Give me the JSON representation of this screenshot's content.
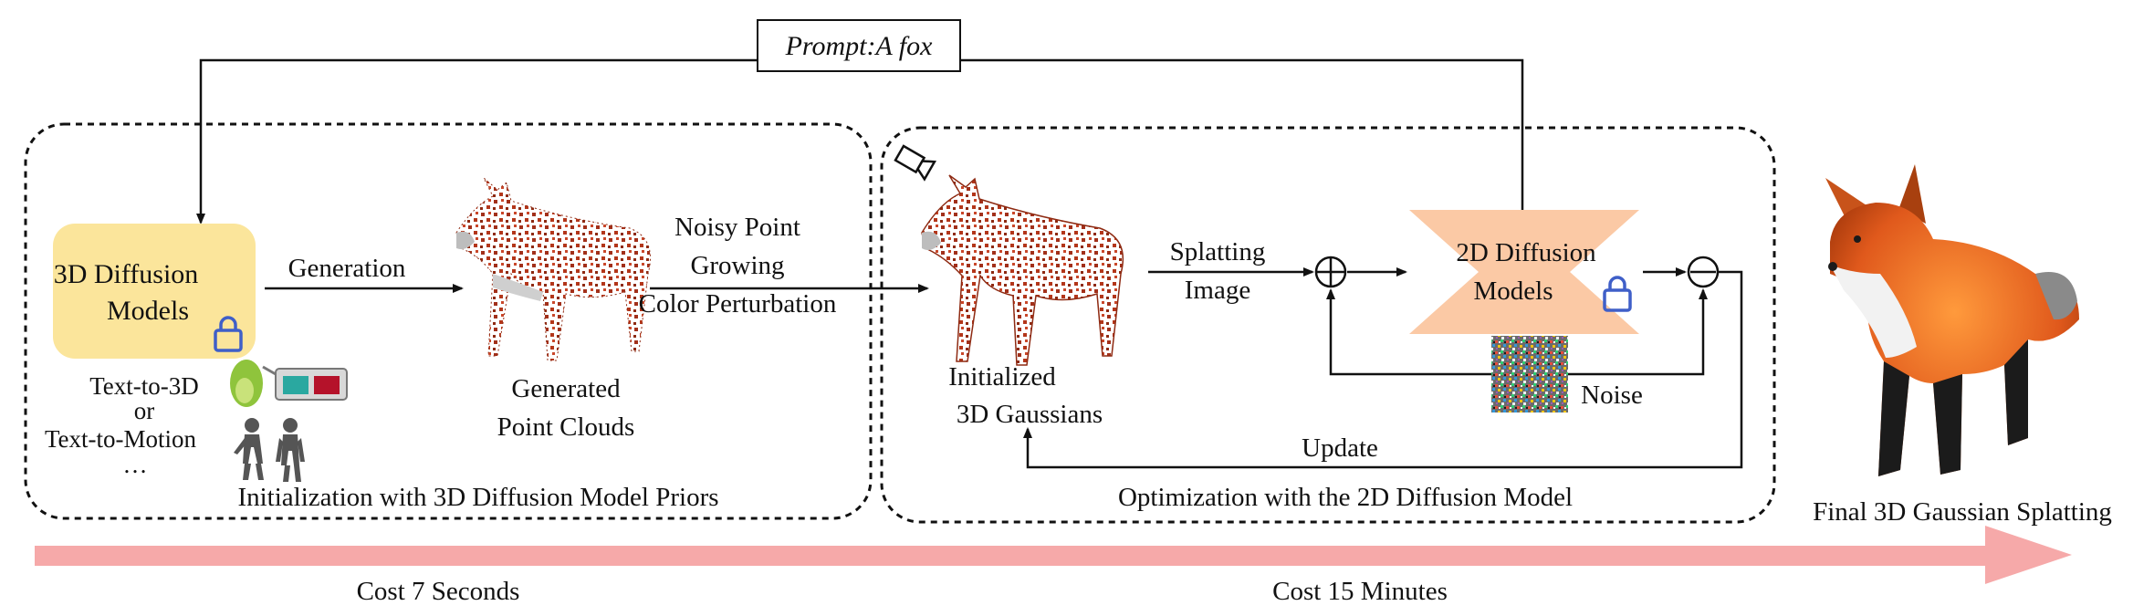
{
  "prompt": "Prompt:A fox",
  "stage1": {
    "model_line1": "3D Diffusion",
    "model_line2": "Models",
    "generation": "Generation",
    "text_to_3d": "Text-to-3D",
    "or": "or",
    "text_to_motion": "Text-to-Motion",
    "ellipsis": "…",
    "generated_line1": "Generated",
    "generated_line2": "Point Clouds",
    "caption": "Initialization with 3D Diffusion Model Priors"
  },
  "transition": {
    "line1": "Noisy Point",
    "line2": "Growing",
    "line3": "Color Perturbation"
  },
  "stage2": {
    "init_line1": "Initialized",
    "init_line2": "3D Gaussians",
    "splat_line1": "Splatting",
    "splat_line2": "Image",
    "model_line1": "2D Diffusion",
    "model_line2": "Models",
    "noise": "Noise",
    "update": "Update",
    "caption": "Optimization with the 2D Diffusion Model"
  },
  "final_caption": "Final 3D Gaussian Splatting",
  "timeline": {
    "cost1": "Cost 7 Seconds",
    "cost2": "Cost 15 Minutes"
  },
  "colors": {
    "model3d_fill": "#fbe59b",
    "model2d_fill": "#fbc9a5",
    "lock": "#3f5fc8",
    "timeline_arrow": "#f6a9a9",
    "fox_orange": "#e0591c"
  },
  "icons": [
    "lock-icon",
    "camera-icon",
    "plus-circle-icon",
    "minus-circle-icon"
  ]
}
